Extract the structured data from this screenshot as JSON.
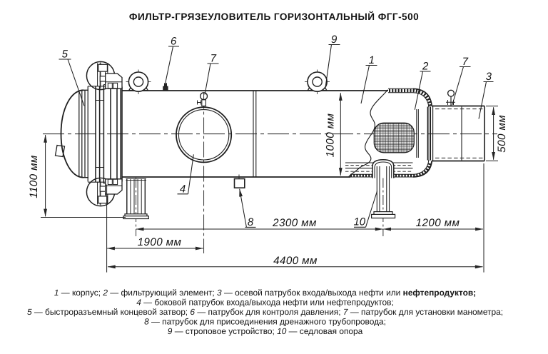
{
  "title": "ФИЛЬТР-ГРЯЗЕУЛОВИТЕЛЬ ГОРИЗОНТАЛЬНЫЙ ФГГ-500",
  "colors": {
    "line": "#252525",
    "text": "#111111",
    "background": "#ffffff"
  },
  "callouts": {
    "body": "1",
    "filter_element": "2",
    "axial_nozzle": "3",
    "side_nozzle": "4",
    "end_closure": "5",
    "pressure_control_nozzle": "6",
    "gauge_nozzle_left": "7",
    "gauge_nozzle_right": "7",
    "drain_nozzle": "8",
    "sling_device": "9",
    "saddle_support": "10"
  },
  "dimensions": {
    "axis_height": "1100 мм",
    "shell_diameter": "1000 мм",
    "nozzle_diameter": "500 мм",
    "left_support_offset": "1900 мм",
    "support_span": "2300 мм",
    "right_end_span": "1200 мм",
    "total_length": "4400 мм"
  },
  "legend": {
    "lines": [
      {
        "parts": [
          {
            "n": "1",
            "t": " — корпус; "
          },
          {
            "n": "2",
            "t": " — фильтрующий элемент; "
          },
          {
            "n": "3",
            "t": " — осевой патрубок входа/выхода нефти или ",
            "b": "нефтепродуктов;"
          }
        ]
      },
      {
        "parts": [
          {
            "n": "4",
            "t": " — боковой патрубок входа/выхода нефти или нефтепродуктов;"
          }
        ]
      },
      {
        "parts": [
          {
            "n": "5",
            "t": " — быстроразъемный концевой затвор; "
          },
          {
            "n": "6",
            "t": " — патрубок для контроля давления; "
          },
          {
            "n": "7",
            "t": " — патрубок для установки манометра;"
          }
        ]
      },
      {
        "parts": [
          {
            "n": "8",
            "t": " — патрубок для присоединения дренажного трубопровода;"
          }
        ]
      },
      {
        "parts": [
          {
            "n": "9",
            "t": " — строповое устройство; "
          },
          {
            "n": "10",
            "t": " — седловая опора"
          }
        ]
      }
    ]
  }
}
